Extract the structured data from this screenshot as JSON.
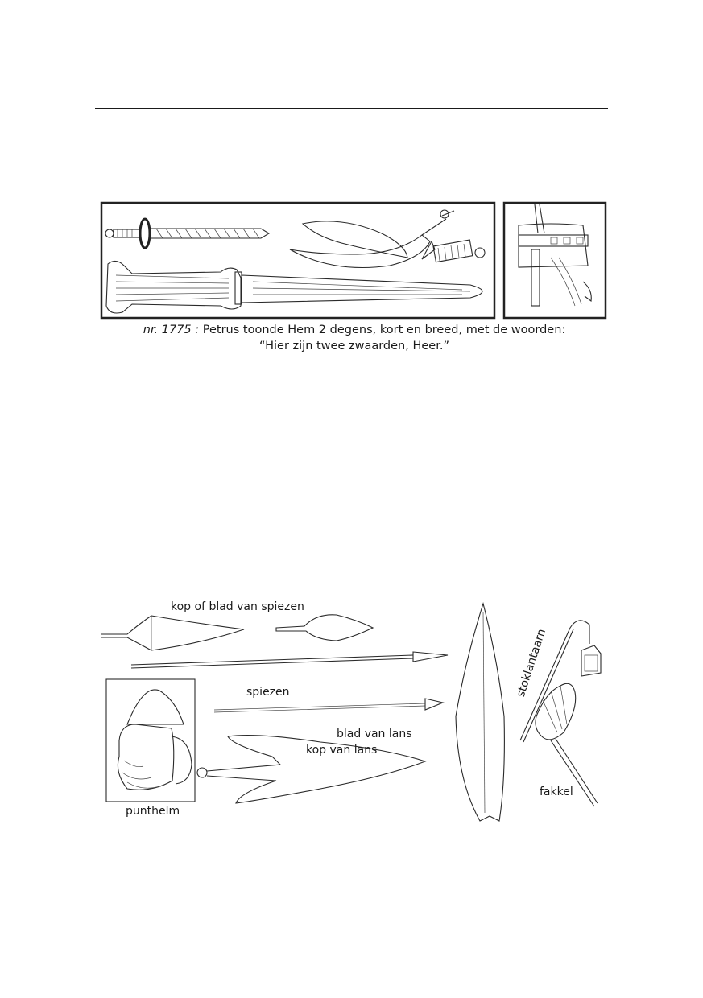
{
  "caption": {
    "number": "nr. 1775 :",
    "line1": "Petrus toonde Hem 2 degens, kort en breed, met de woorden:",
    "line2": "“Hier zijn twee zwaarden, Heer.”"
  },
  "labels": {
    "spear_heads": "kop of blad van spiezen",
    "spears": "spiezen",
    "lance_blade": "blad van lans",
    "lance_head": "kop van lans",
    "pointed_helmet": "punthelm",
    "pole_lantern": "stoklantaarn",
    "torch": "fakkel"
  },
  "icons": [
    "short-sword-icon",
    "broad-sword-icon",
    "curved-dagger-icon",
    "sheath-icon",
    "belt-icon",
    "spear-head-icon",
    "lance-icon",
    "helmeted-head-icon",
    "lantern-icon",
    "torch-icon"
  ]
}
